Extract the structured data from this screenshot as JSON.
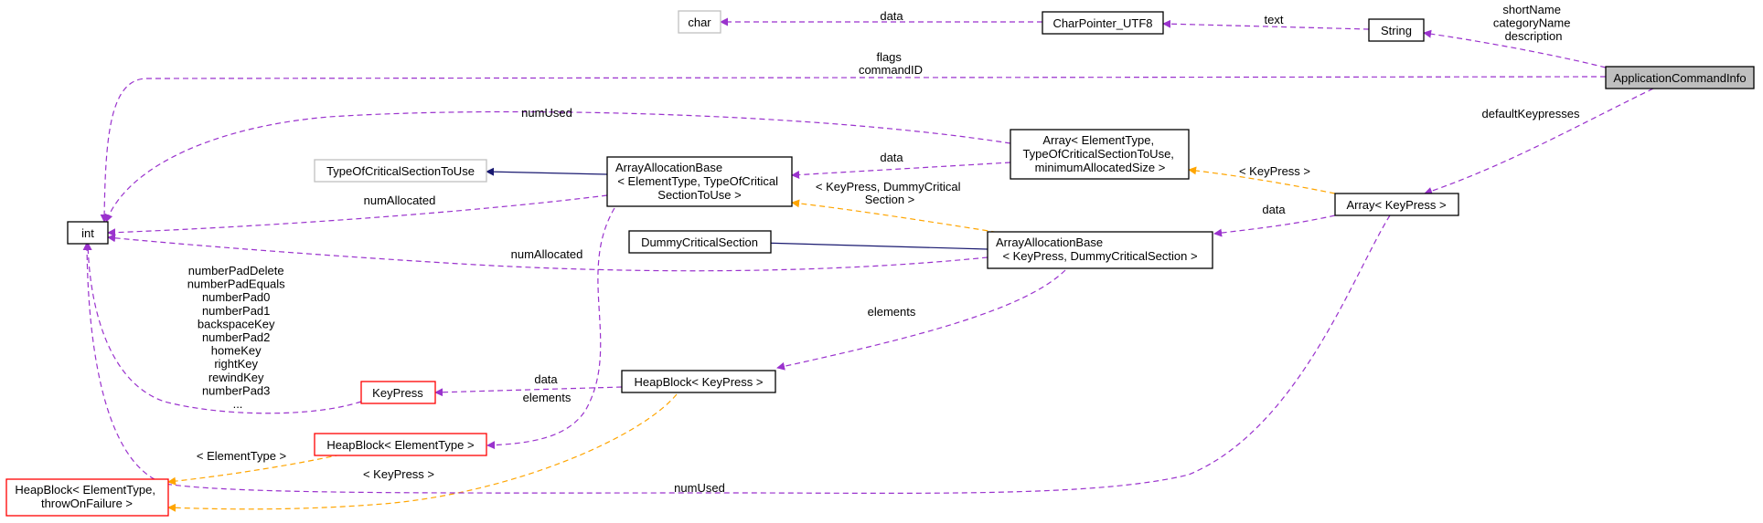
{
  "colors": {
    "usage_edge": "#9A32CD",
    "template_edge": "#FFA500",
    "inherit_edge": "#191970",
    "node_border": "#000000",
    "undocumented_border": "#BFBFBF",
    "truncated_border": "#FF0000",
    "focus_fill": "#BFBFBF"
  },
  "nodes": {
    "app_command_info": {
      "lines": [
        "ApplicationCommandInfo"
      ]
    },
    "string": {
      "lines": [
        "String"
      ]
    },
    "char_pointer": {
      "lines": [
        "CharPointer_UTF8"
      ]
    },
    "char": {
      "lines": [
        "char"
      ]
    },
    "int": {
      "lines": [
        "int"
      ]
    },
    "array_generic": {
      "lines": [
        "Array< ElementType,",
        "TypeOfCriticalSectionToUse,",
        "minimumAllocatedSize >"
      ]
    },
    "type_of_cs": {
      "lines": [
        "TypeOfCriticalSectionToUse"
      ]
    },
    "array_alloc_base_generic": {
      "lines": [
        "ArrayAllocationBase",
        "< ElementType, TypeOfCritical",
        "SectionToUse >"
      ]
    },
    "array_keypress": {
      "lines": [
        "Array< KeyPress >"
      ]
    },
    "dummy_cs": {
      "lines": [
        "DummyCriticalSection"
      ]
    },
    "array_alloc_base_keypress": {
      "lines": [
        "ArrayAllocationBase",
        "< KeyPress, DummyCriticalSection >"
      ]
    },
    "keypress": {
      "lines": [
        "KeyPress"
      ]
    },
    "heapblock_keypress": {
      "lines": [
        "HeapBlock< KeyPress >"
      ]
    },
    "heapblock_elementtype": {
      "lines": [
        "HeapBlock< ElementType >"
      ]
    },
    "heapblock_generic": {
      "lines": [
        "HeapBlock< ElementType,",
        "throwOnFailure >"
      ]
    }
  },
  "edge_labels": {
    "char_data": [
      "data"
    ],
    "cp_text": [
      "text"
    ],
    "string_members": [
      "shortName",
      "categoryName",
      "description"
    ],
    "int_flags": [
      "flags",
      "commandID"
    ],
    "int_numused_top": [
      "numUsed"
    ],
    "array_data": [
      "data"
    ],
    "int_numallocated_1": [
      "numAllocated"
    ],
    "keypress_template": [
      "< KeyPress >"
    ],
    "default_keypresses": [
      "defaultKeypresses"
    ],
    "alloc_template": [
      "< KeyPress, DummyCritical",
      "Section >"
    ],
    "array_kp_data": [
      "data"
    ],
    "int_numallocated_2": [
      "numAllocated"
    ],
    "keypress_keys": [
      "numberPadDelete",
      "numberPadEquals",
      "numberPad0",
      "numberPad1",
      "backspaceKey",
      "numberPad2",
      "homeKey",
      "rightKey",
      "rewindKey",
      "numberPad3",
      "..."
    ],
    "elements_top": [
      "elements"
    ],
    "hb_data": [
      "data"
    ],
    "hb_elements": [
      "elements"
    ],
    "et_template": [
      "< ElementType >"
    ],
    "kp_template": [
      "< KeyPress >"
    ],
    "int_numused_bottom": [
      "numUsed"
    ]
  }
}
